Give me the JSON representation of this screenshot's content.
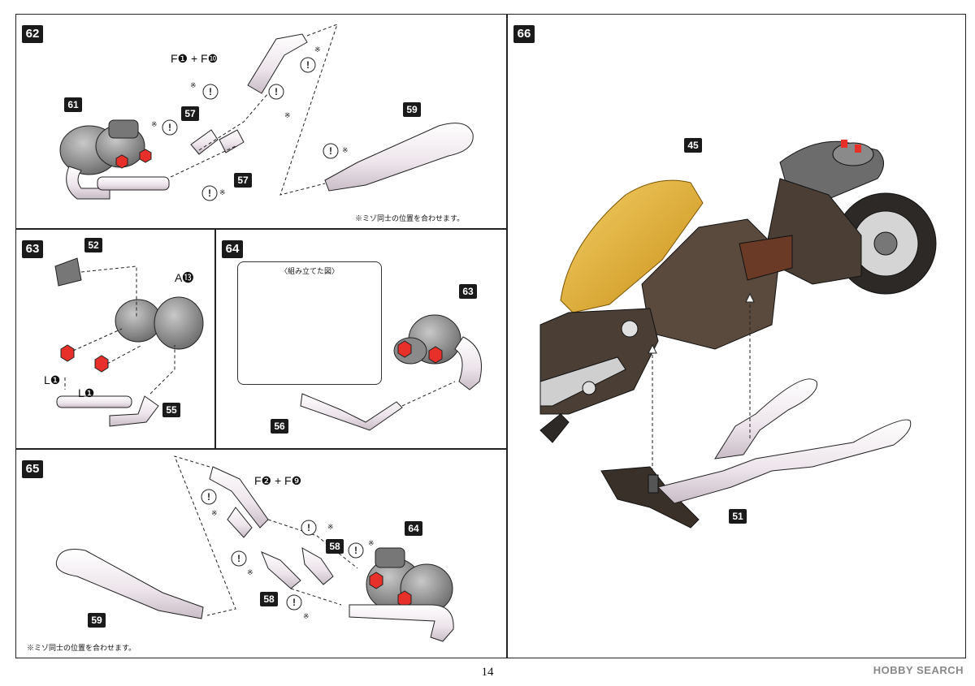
{
  "page_number": "14",
  "watermark": "HOBBY SEARCH",
  "note_text": "※ミゾ同士の位置を合わせます。",
  "asterisk": "※",
  "steps": {
    "s62": {
      "number": "62",
      "label": "F❶ + F❿",
      "parts": [
        "61",
        "57",
        "57",
        "59"
      ],
      "note": "※ミゾ同士の位置を合わせます。"
    },
    "s63": {
      "number": "63",
      "label_a": "A⓭",
      "label_l1": "L❶",
      "label_l2": "L❶",
      "parts": [
        "52",
        "55"
      ]
    },
    "s64": {
      "number": "64",
      "inset_caption": "〈組み立てた図〉",
      "parts": [
        "63",
        "56"
      ]
    },
    "s65": {
      "number": "65",
      "label": "F❷ + F❾",
      "parts": [
        "58",
        "58",
        "64",
        "59"
      ],
      "note": "※ミゾ同士の位置を合わせます。"
    },
    "s66": {
      "number": "66",
      "parts": [
        "45",
        "51"
      ]
    }
  },
  "colors": {
    "red_part": "#e8302b",
    "gray_part": "#8a8a8a",
    "pipe": "#ece4ea",
    "yellow_part": "#e6b23a",
    "brown_part": "#5a4a3e"
  }
}
